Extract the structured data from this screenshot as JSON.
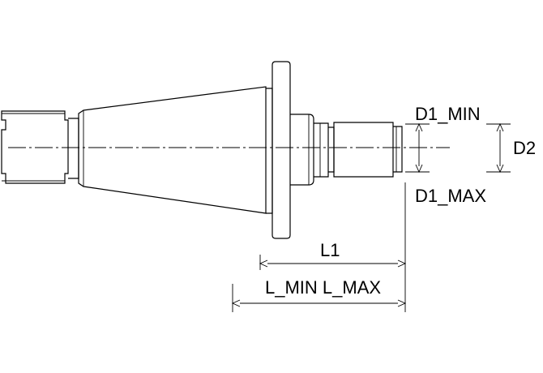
{
  "labels": {
    "d1_min": "D1_MIN",
    "d1_max": "D1_MAX",
    "d2": "D2",
    "l1": "L1",
    "l_min_l_max": "L_MIN L_MAX"
  },
  "colors": {
    "line": "#000000",
    "background": "#ffffff"
  }
}
